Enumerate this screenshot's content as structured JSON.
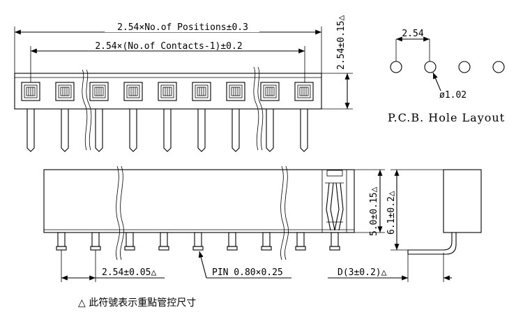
{
  "labels": {
    "positions_dim": "2.54×No.of Positions±0.3",
    "contacts_dim": "2.54×(No.of Contacts-1)±0.2",
    "height_dim": "2.54±0.15△",
    "pitch_hole": "2.54",
    "hole_dia": "ø1.02",
    "pcb_title": "P.C.B. Hole Layout",
    "pitch_bottom": "2.54±0.05△",
    "pin_size": "PIN 0.80×0.25",
    "d_dim": "D(3±0.2)△",
    "body_height": "5.0±0.15△",
    "total_height": "6.1±0.2△",
    "note": "△ 此符號表示重點管控尺寸"
  }
}
